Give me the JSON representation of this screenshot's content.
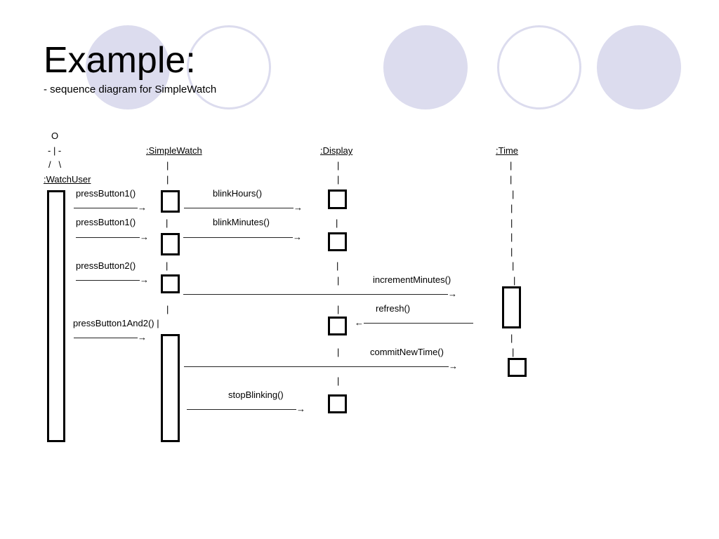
{
  "slide": {
    "title": "Example:",
    "subtitle": "- sequence diagram for SimpleWatch"
  },
  "actor": {
    "head": "O",
    "body": "- | -",
    "legs": "/   \\",
    "name": ":WatchUser"
  },
  "objects": {
    "simplewatch": ":SimpleWatch",
    "display": ":Display",
    "time": ":Time"
  },
  "lifeline_char": "|",
  "arrow_short": "———————→",
  "arrow_mid": "————————————→",
  "arrow_long": "—————————————————————————————→",
  "arrow_back": "←————————————",
  "arrow_stop": "————————————→",
  "messages": {
    "pb1_a": "pressButton1()",
    "blink_hours": "blinkHours()",
    "pb1_b": "pressButton1()",
    "blink_minutes": "blinkMinutes()",
    "pb2": "pressButton2()",
    "increment_minutes": "incrementMinutes()",
    "refresh": "refresh()",
    "pb1and2": "pressButton1And2() |",
    "commit_new_time": "commitNewTime()",
    "stop_blinking": "stopBlinking()"
  }
}
